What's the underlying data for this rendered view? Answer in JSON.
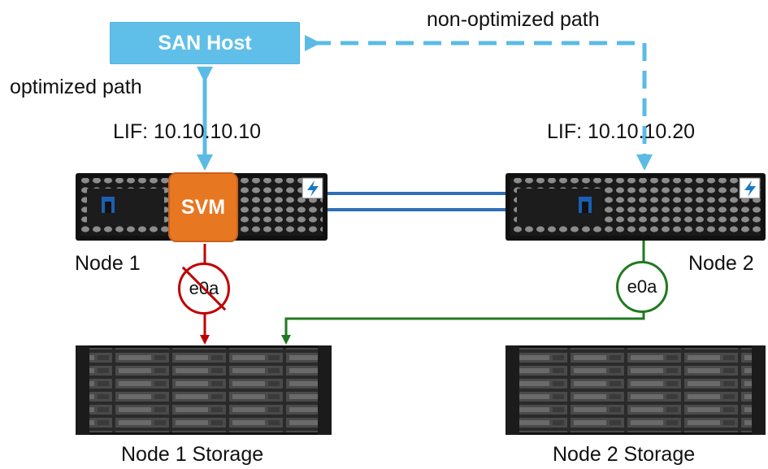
{
  "host": {
    "label": "SAN Host"
  },
  "svm": {
    "label": "SVM"
  },
  "paths": {
    "optimized": "optimized path",
    "non_optimized": "non-optimized path"
  },
  "lifs": {
    "node1": "LIF: 10.10.10.10",
    "node2": "LIF: 10.10.10.20"
  },
  "nodes": {
    "node1": "Node 1",
    "node2": "Node 2"
  },
  "ports": {
    "node1": "e0a",
    "node2": "e0a"
  },
  "storage": {
    "node1": "Node 1 Storage",
    "node2": "Node 2 Storage"
  },
  "colors": {
    "host_path": "#5bbbe6",
    "interconnect": "#2f6fb5",
    "blocked": "#c00000",
    "active": "#1f7a1f",
    "svm": "#e87722"
  }
}
